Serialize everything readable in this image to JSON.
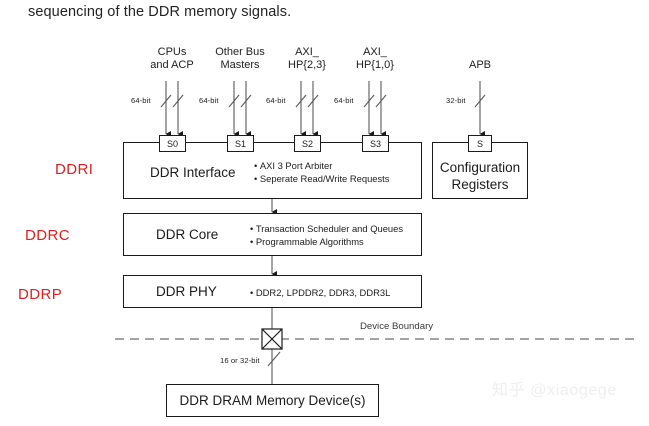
{
  "intro": {
    "text": "sequencing of the DDR memory signals."
  },
  "masters": [
    {
      "name": "cpus-and-acp",
      "line1": "CPUs",
      "line2": "and ACP",
      "bit_width": "64-bit",
      "arrows": 2,
      "port": "S0"
    },
    {
      "name": "other-bus-masters",
      "line1": "Other Bus",
      "line2": "Masters",
      "bit_width": "64-bit",
      "arrows": 2,
      "port": "S1"
    },
    {
      "name": "axi-hp-23",
      "line1": "AXI_",
      "line2": "HP{2,3}",
      "bit_width": "64-bit",
      "arrows": 2,
      "port": "S2"
    },
    {
      "name": "axi-hp-10",
      "line1": "AXI_",
      "line2": "HP{1,0}",
      "bit_width": "64-bit",
      "arrows": 2,
      "port": "S3"
    },
    {
      "name": "apb",
      "line1": "APB",
      "line2": "",
      "bit_width": "32-bit",
      "arrows": 1,
      "port": "S"
    }
  ],
  "section_tags": [
    {
      "name": "ddri",
      "label": "DDRI"
    },
    {
      "name": "ddrc",
      "label": "DDRC"
    },
    {
      "name": "ddrp",
      "label": "DDRP"
    }
  ],
  "blocks": {
    "ddr_interface": {
      "title": "DDR Interface",
      "bullets": [
        "AXI 3 Port Arbiter",
        "Seperate Read/Write Requests"
      ],
      "ports": [
        "S0",
        "S1",
        "S2",
        "S3"
      ]
    },
    "configuration_registers": {
      "line1": "Configuration",
      "line2": "Registers",
      "port": "S"
    },
    "ddr_core": {
      "title": "DDR Core",
      "bullets": [
        "Transaction Scheduler and Queues",
        "Programmable Algorithms"
      ]
    },
    "ddr_phy": {
      "title": "DDR PHY",
      "bullets": [
        "DDR2, LPDDR2, DDR3, DDR3L"
      ]
    },
    "dram": {
      "title": "DDR DRAM Memory Device(s)"
    }
  },
  "boundary": {
    "label": "Device Boundary",
    "pad_bit_width": "16 or 32-bit"
  },
  "watermark": {
    "text": "知乎 @xiaogege"
  },
  "colors": {
    "accent_red": "#e02020",
    "line": "#1b1b1b",
    "text": "#1b1b1b",
    "watermark": "#efefef"
  }
}
